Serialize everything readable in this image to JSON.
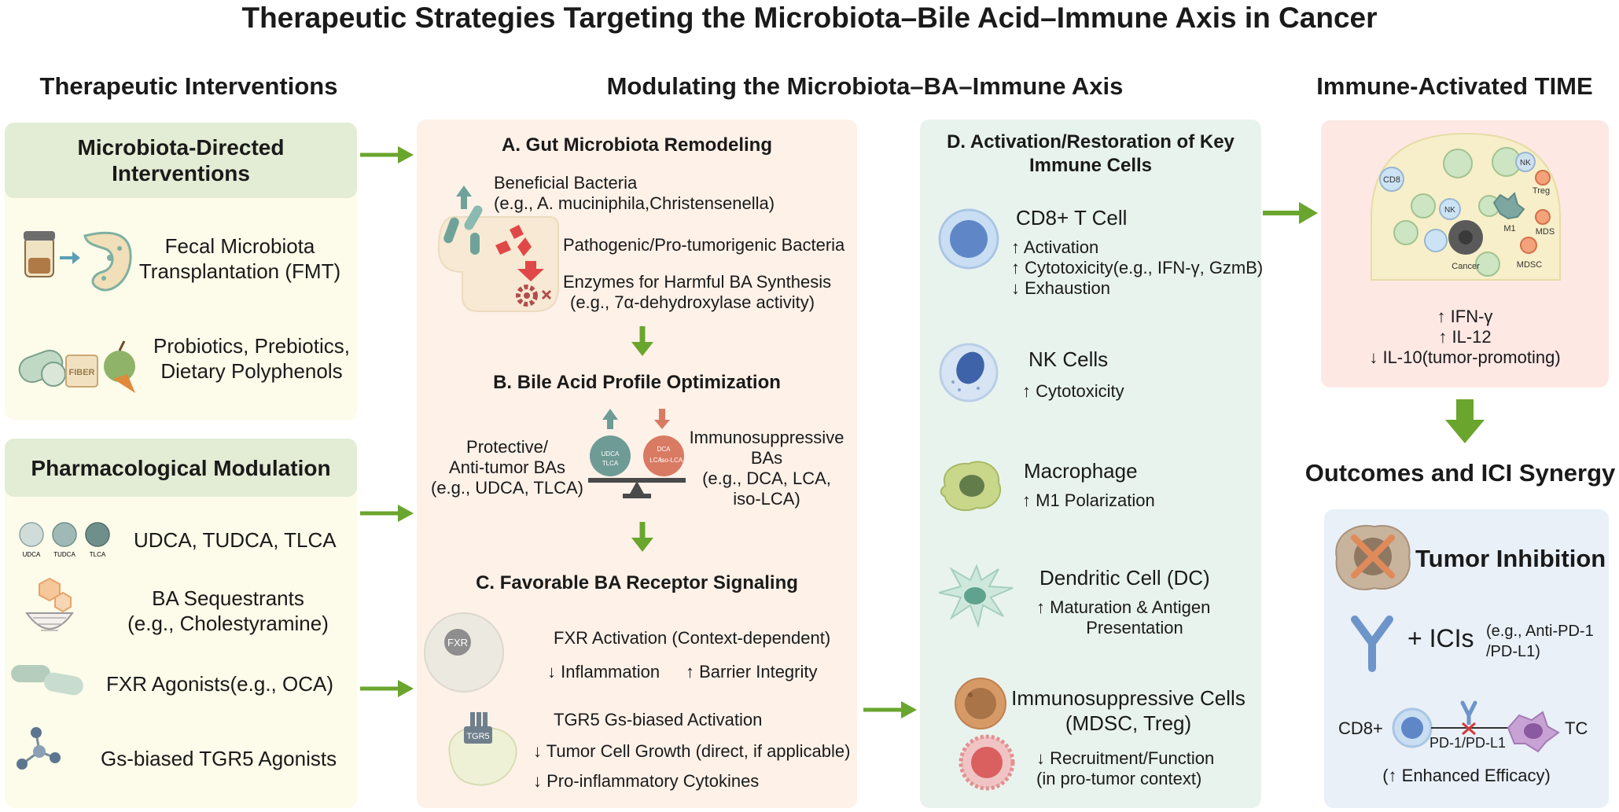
{
  "title": "Therapeutic Strategies Targeting the Microbiota–Bile Acid–Immune Axis in Cancer",
  "columns": {
    "left": "Therapeutic Interventions",
    "middle": "Modulating the Microbiota–BA–Immune Axis",
    "right": "Immune-Activated TIME"
  },
  "left": {
    "microbiota": {
      "header": "Microbiota-Directed Interventions",
      "fmt_line1": "Fecal Microbiota",
      "fmt_line2": "Transplantation (FMT)",
      "pro_line1": "Probiotics, Prebiotics,",
      "pro_line2": "Dietary Polyphenols",
      "fiber_label": "FIBER"
    },
    "pharma": {
      "header": "Pharmacological Modulation",
      "udca": "UDCA, TUDCA, TLCA",
      "icon_udca": "UDCA",
      "icon_tudca": "TUDCA",
      "icon_tlca": "TLCA",
      "seq_line1": "BA Sequestrants",
      "seq_line2": "(e.g., Cholestyramine)",
      "fxr": "FXR Agonists(e.g., OCA)",
      "tgr5": "Gs-biased TGR5 Agonists"
    }
  },
  "middle": {
    "a": {
      "title": "A. Gut Microbiota Remodeling",
      "ben1": "Beneficial Bacteria",
      "ben2": "(e.g., A. muciniphila,Christensenella)",
      "path": "Pathogenic/Pro-tumorigenic Bacteria",
      "enz1": "Enzymes for Harmful BA Synthesis",
      "enz2": "(e.g., 7α-dehydroxylase activity)"
    },
    "b": {
      "title": "B. Bile Acid Profile Optimization",
      "prot1": "Protective/",
      "prot2": "Anti-tumor BAs",
      "prot3": "(e.g., UDCA, TLCA)",
      "imm1": "Immunosuppressive",
      "imm2": "BAs",
      "imm3": "(e.g., DCA, LCA,",
      "imm4": "iso-LCA)",
      "ball_left1": "UDCA",
      "ball_left2": "TLCA",
      "ball_right1": "DCA",
      "ball_right2": "LCA",
      "ball_right3": "iso-LCA"
    },
    "c": {
      "title": "C. Favorable BA Receptor Signaling",
      "fxr_label": "FXR",
      "fxr": "FXR Activation (Context-dependent)",
      "infl": "↓ Inflammation",
      "barrier": "↑ Barrier Integrity",
      "tgr5_label": "TGR5",
      "tgr5": "TGR5 Gs-biased Activation",
      "growth": "↓ Tumor Cell Growth (direct, if applicable)",
      "cyto": "↓ Pro-inflammatory Cytokines"
    },
    "d": {
      "title1": "D. Activation/Restoration of Key",
      "title2": "Immune Cells",
      "cd8": "CD8+ T Cell",
      "cd8_1": "↑ Activation",
      "cd8_2": "↑ Cytotoxicity(e.g., IFN-γ, GzmB)",
      "cd8_3": "↓ Exhaustion",
      "nk": "NK Cells",
      "nk_1": "↑ Cytotoxicity",
      "mac": "Macrophage",
      "mac_1": "↑ M1 Polarization",
      "dc": "Dendritic Cell (DC)",
      "dc_1": "↑ Maturation & Antigen",
      "dc_2": "Presentation",
      "sup1": "Immunosuppressive Cells",
      "sup2": "(MDSC, Treg)",
      "sup_1": "↓ Recruitment/Function",
      "sup_2": "(in pro-tumor context)"
    }
  },
  "right": {
    "time": {
      "cd8": "CD8",
      "nk1": "NK",
      "nk2": "NK",
      "treg": "Treg",
      "m1": "M1",
      "mds": "MDS",
      "mdsc": "MDSC",
      "cancer": "Cancer",
      "ifn": "↑ IFN-γ",
      "il12": "↑ IL-12",
      "il10": "↓ IL-10(tumor-promoting)"
    },
    "outcomes_title": "Outcomes and ICI Synergy",
    "outcomes": {
      "inhibition": "Tumor Inhibition",
      "ici": "+ ICIs",
      "ici_eg1": "(e.g., Anti-PD-1",
      "ici_eg2": "/PD-L1)",
      "cd8": "CD8+",
      "pd": "PD-1/PD-L1",
      "tc": "TC",
      "efficacy": "(↑ Enhanced Efficacy)"
    }
  },
  "colors": {
    "arrow": "#6aa52e",
    "yellow_panel": "#fdfbe9",
    "peach_panel": "#fdf1e8",
    "mint_panel": "#e9f3ee",
    "pink_panel": "#fde8e4",
    "blue_panel": "#e9f0f8",
    "header_green": "#e3ecd4"
  }
}
